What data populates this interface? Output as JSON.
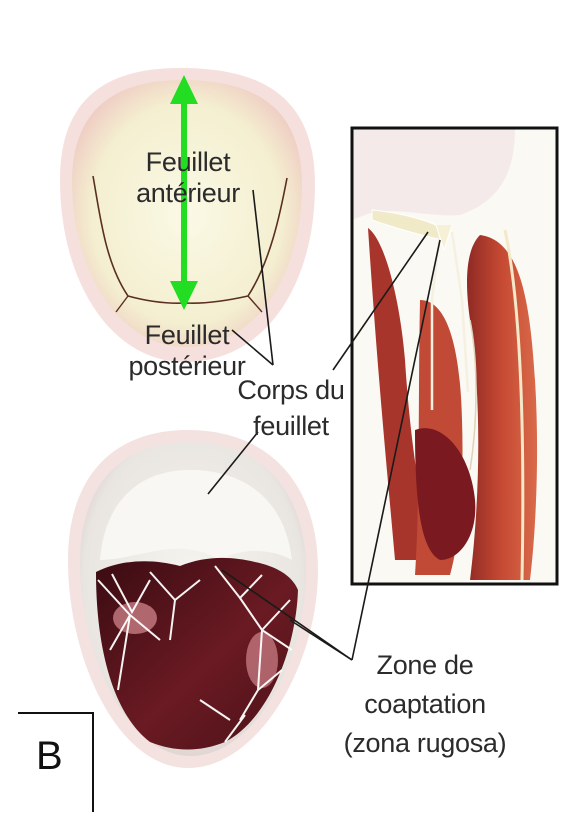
{
  "labels": {
    "feuillet_anterieur": [
      "Feuillet",
      "antérieur"
    ],
    "feuillet_posterieur": [
      "Feuillet",
      "postérieur"
    ],
    "corps_du_feuillet": [
      "Corps du",
      "feuillet"
    ],
    "zone_de_coaptation": [
      "Zone de",
      "coaptation",
      "(zona rugosa)"
    ]
  },
  "panel_letter": "B",
  "colors": {
    "arrow": "#22dd22",
    "leaflet_fill": "#f6f3d8",
    "annulus": "#e9b7b2",
    "myocardium": "#c0492d",
    "coaptation_tissue": "#7a1f26"
  }
}
